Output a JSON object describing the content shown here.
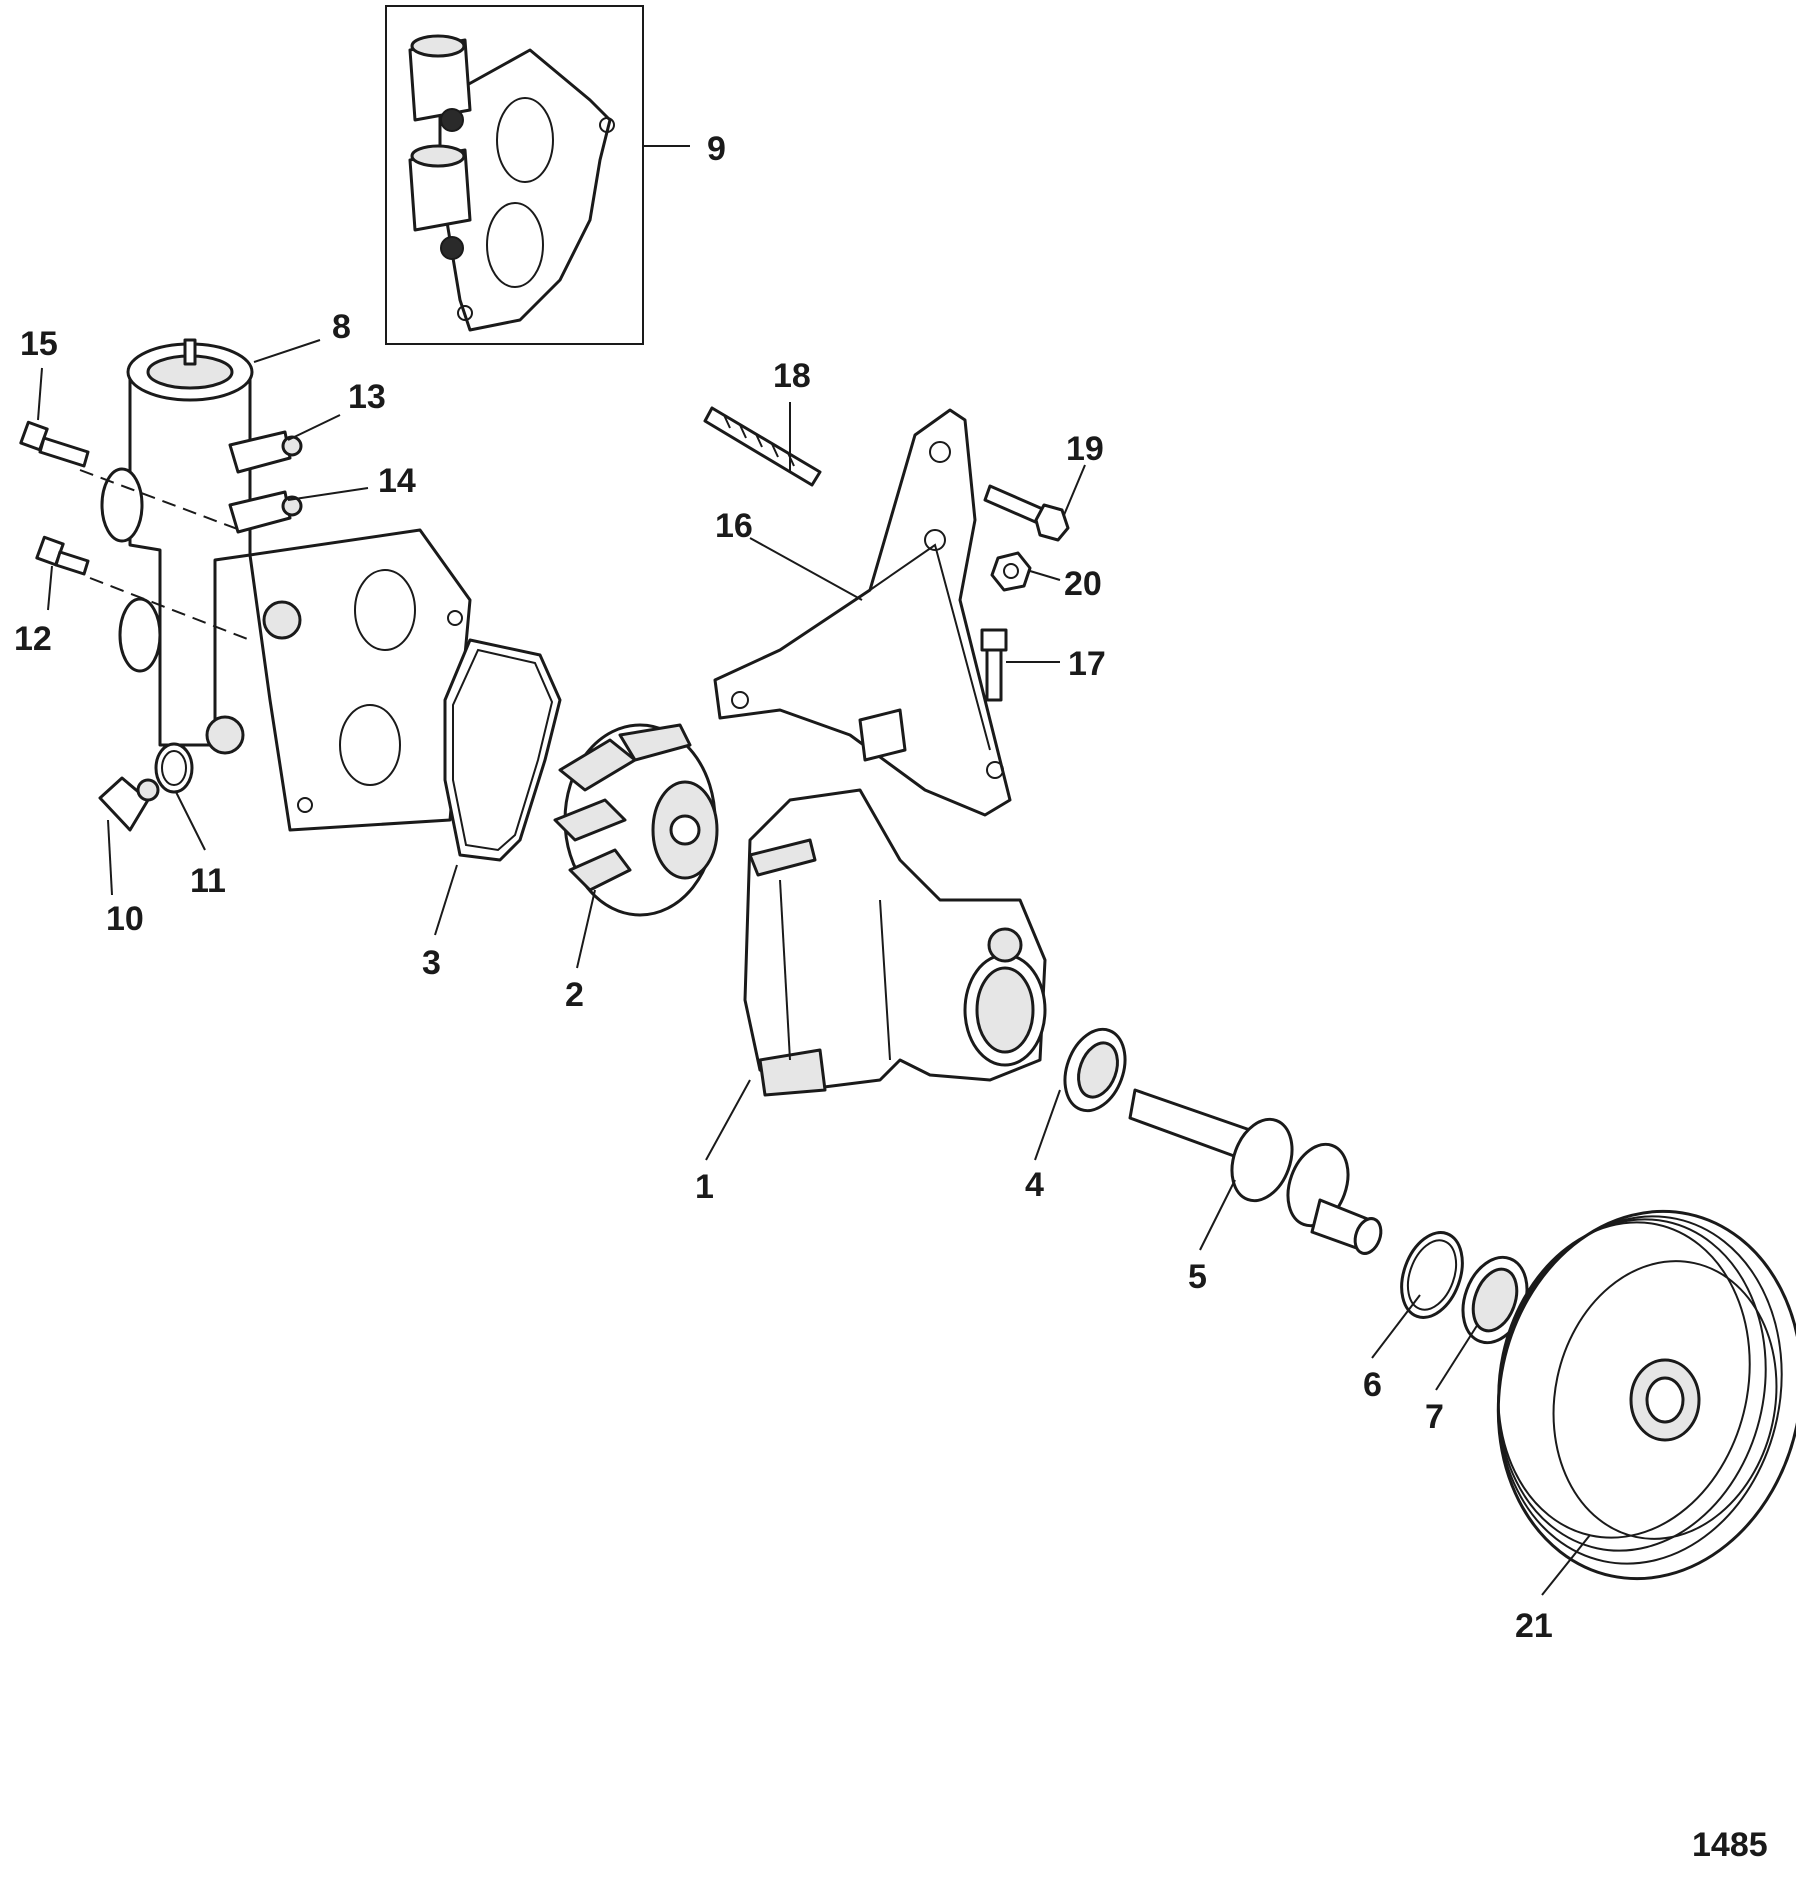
{
  "figure_number": "1485",
  "callouts": [
    "1",
    "2",
    "3",
    "4",
    "5",
    "6",
    "7",
    "8",
    "9",
    "10",
    "11",
    "12",
    "13",
    "14",
    "15",
    "16",
    "17",
    "18",
    "19",
    "20",
    "21"
  ],
  "parts": [
    {
      "callout": "1",
      "icon": "pump-body-icon"
    },
    {
      "callout": "2",
      "icon": "impeller-icon"
    },
    {
      "callout": "3",
      "icon": "gasket-icon"
    },
    {
      "callout": "4",
      "icon": "seal-icon"
    },
    {
      "callout": "5",
      "icon": "shaft-icon"
    },
    {
      "callout": "6",
      "icon": "ring-icon"
    },
    {
      "callout": "7",
      "icon": "bearing-icon"
    },
    {
      "callout": "8",
      "icon": "thermostat-housing-icon"
    },
    {
      "callout": "9",
      "icon": "cover-plate-icon"
    },
    {
      "callout": "10",
      "icon": "drain-plug-icon"
    },
    {
      "callout": "11",
      "icon": "o-ring-icon"
    },
    {
      "callout": "12",
      "icon": "screw-icon"
    },
    {
      "callout": "13",
      "icon": "fitting-icon"
    },
    {
      "callout": "14",
      "icon": "fitting-icon"
    },
    {
      "callout": "15",
      "icon": "bolt-icon"
    },
    {
      "callout": "16",
      "icon": "bracket-icon"
    },
    {
      "callout": "17",
      "icon": "bolt-icon"
    },
    {
      "callout": "18",
      "icon": "stud-icon"
    },
    {
      "callout": "19",
      "icon": "bolt-icon"
    },
    {
      "callout": "20",
      "icon": "nut-icon"
    },
    {
      "callout": "21",
      "icon": "pulley-icon"
    }
  ],
  "colors": {
    "line": "#1a1a1a",
    "fill": "#ffffff",
    "shade": "#e6e6e6"
  }
}
